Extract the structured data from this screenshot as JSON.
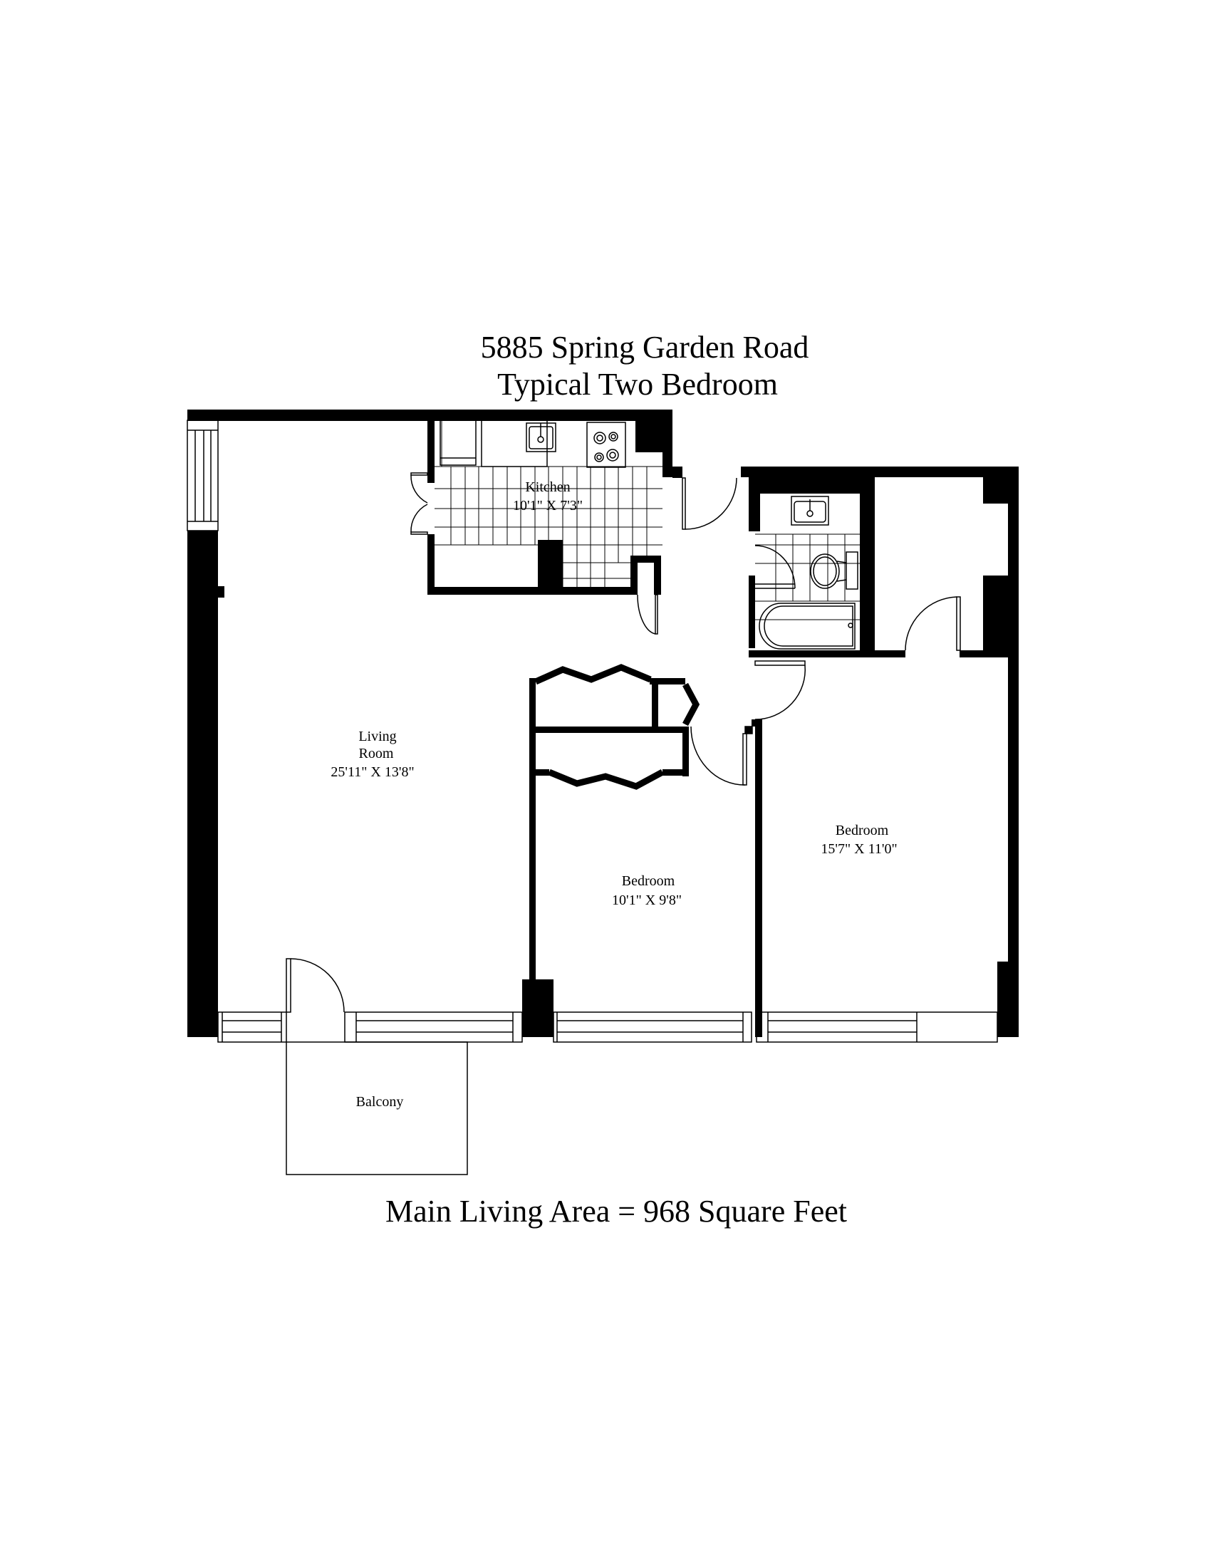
{
  "header": {
    "address": "5885 Spring Garden Road",
    "unit_type": "Typical Two Bedroom"
  },
  "rooms": {
    "kitchen": {
      "name": "Kitchen",
      "dims": "10'1\" X 7'3\""
    },
    "living": {
      "name_line1": "Living",
      "name_line2": "Room",
      "dims": "25'11\" X 13'8\""
    },
    "bedroom_small": {
      "name": "Bedroom",
      "dims": "10'1\" X 9'8\""
    },
    "bedroom_large": {
      "name": "Bedroom",
      "dims": "15'7\" X 11'0\""
    },
    "balcony": {
      "name": "Balcony"
    }
  },
  "footer": {
    "area_text": "Main Living Area = 968 Square Feet"
  },
  "colors": {
    "wall": "#000000",
    "background": "#ffffff"
  }
}
